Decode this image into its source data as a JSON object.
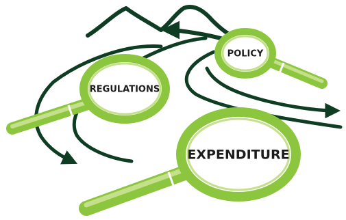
{
  "diagram": {
    "labels": {
      "policy": "POLICY",
      "regulations": "REGULATIONS",
      "expenditure": "EXPENDITURE"
    },
    "colors": {
      "lens_green": "#8cc63f",
      "lens_light": "#c5e08a",
      "path_dark": "#0f3d23",
      "text": "#1c1c1c",
      "background": "#ffffff"
    }
  }
}
